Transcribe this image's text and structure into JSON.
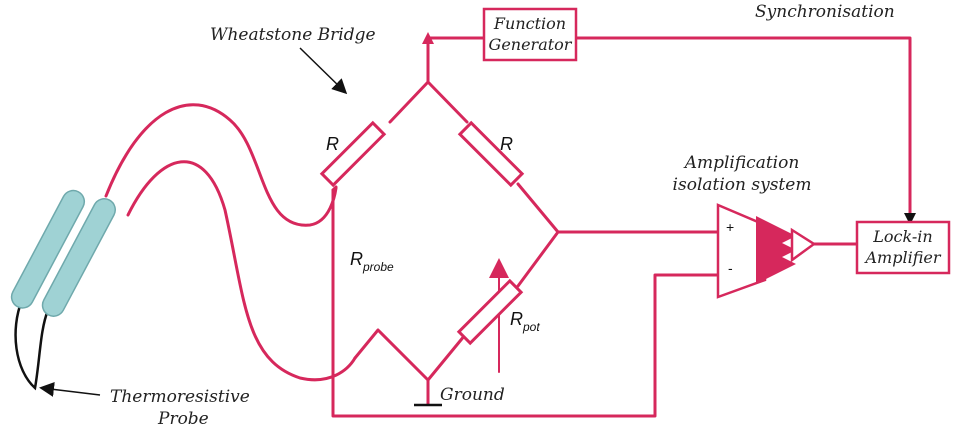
{
  "colors": {
    "wire": "#d6285c",
    "probe": "#9fd2d4",
    "probe_edge": "#6fa9ac",
    "black": "#111111",
    "text": "#222222"
  },
  "labels": {
    "wheatstone": "Wheatstone Bridge",
    "function_line1": "Function",
    "function_line2": "Generator",
    "sync": "Synchronisation",
    "r_top_left": "R",
    "r_top_right": "R",
    "rprobe_main": "R",
    "rprobe_sub": "probe",
    "rpot_main": "R",
    "rpot_sub": "pot",
    "ground": "Ground",
    "amp_line1": "Amplification",
    "amp_line2": "isolation system",
    "plus": "+",
    "minus": "-",
    "lockin_line1": "Lock-in",
    "lockin_line2": "Amplifier",
    "probe_line1": "Thermoresistive",
    "probe_line2": "Probe"
  }
}
